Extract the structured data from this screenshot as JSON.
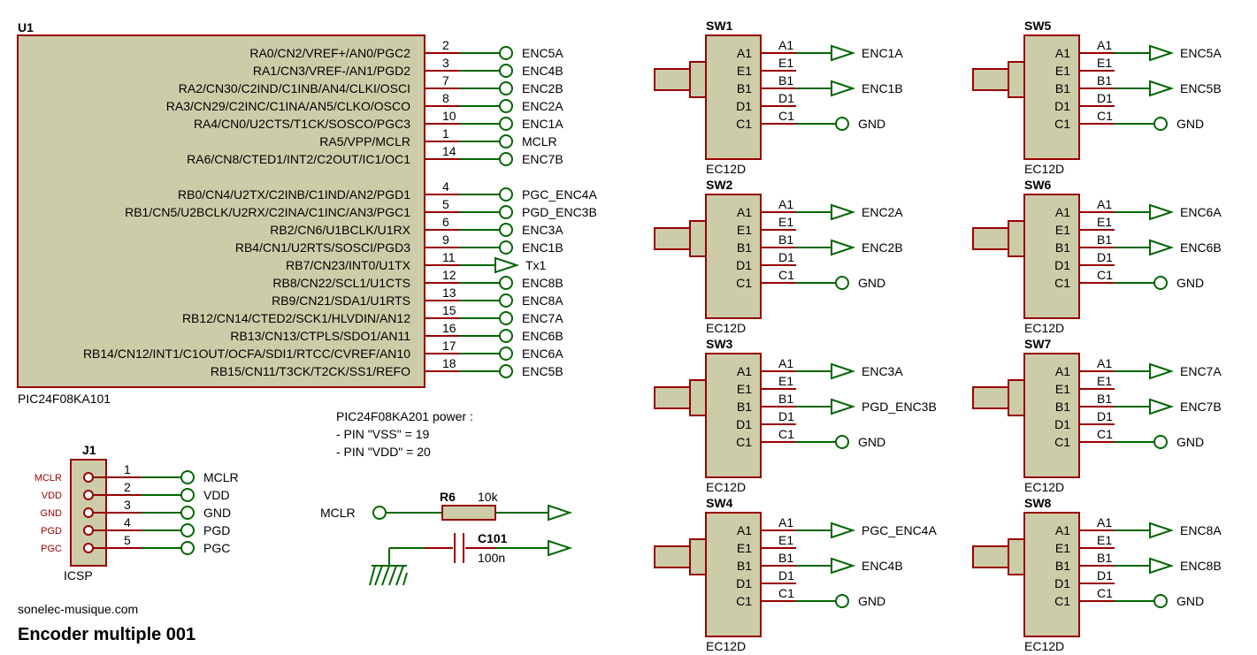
{
  "colors": {
    "wire": "#006600",
    "pin": "#990000",
    "body": "#cccca8",
    "outline": "#990000",
    "text": "#000000"
  },
  "u1": {
    "ref": "U1",
    "part": "PIC24F08KA101",
    "pins": [
      {
        "name": "RA0/CN2/VREF+/AN0/PGC2",
        "num": "2",
        "net": "ENC5A"
      },
      {
        "name": "RA1/CN3/VREF-/AN1/PGD2",
        "num": "3",
        "net": "ENC4B"
      },
      {
        "name": "RA2/CN30/C2IND/C1INB/AN4/CLKI/OSCI",
        "num": "7",
        "net": "ENC2B"
      },
      {
        "name": "RA3/CN29/C2INC/C1INA/AN5/CLKO/OSCO",
        "num": "8",
        "net": "ENC2A"
      },
      {
        "name": "RA4/CN0/U2CTS/T1CK/SOSCO/PGC3",
        "num": "10",
        "net": "ENC1A"
      },
      {
        "name": "RA5/VPP/MCLR",
        "num": "1",
        "net": "MCLR"
      },
      {
        "name": "RA6/CN8/CTED1/INT2/C2OUT/IC1/OC1",
        "num": "14",
        "net": "ENC7B"
      },
      {
        "name": "RB0/CN4/U2TX/C2INB/C1IND/AN2/PGD1",
        "num": "4",
        "net": "PGC_ENC4A"
      },
      {
        "name": "RB1/CN5/U2BCLK/U2RX/C2INA/C1INC/AN3/PGC1",
        "num": "5",
        "net": "PGD_ENC3B"
      },
      {
        "name": "RB2/CN6/U1BCLK/U1RX",
        "num": "6",
        "net": "ENC3A"
      },
      {
        "name": "RB4/CN1/U2RTS/SOSCI/PGD3",
        "num": "9",
        "net": "ENC1B"
      },
      {
        "name": "RB7/CN23/INT0/U1TX",
        "num": "11",
        "net": "Tx1",
        "type": "output"
      },
      {
        "name": "RB8/CN22/SCL1/U1CTS",
        "num": "12",
        "net": "ENC8B"
      },
      {
        "name": "RB9/CN21/SDA1/U1RTS",
        "num": "13",
        "net": "ENC8A"
      },
      {
        "name": "RB12/CN14/CTED2/SCK1/HLVDIN/AN12",
        "num": "15",
        "net": "ENC7A"
      },
      {
        "name": "RB13/CN13/CTPLS/SDO1/AN11",
        "num": "16",
        "net": "ENC6B"
      },
      {
        "name": "RB14/CN12/INT1/C1OUT/OCFA/SDI1/RTCC/CVREF/AN10",
        "num": "17",
        "net": "ENC6A"
      },
      {
        "name": "RB15/CN11/T3CK/T2CK/SS1/REFO",
        "num": "18",
        "net": "ENC5B"
      }
    ]
  },
  "switches": [
    {
      "ref": "SW1",
      "part": "EC12D",
      "a": "ENC1A",
      "b": "ENC1B",
      "c": "GND"
    },
    {
      "ref": "SW2",
      "part": "EC12D",
      "a": "ENC2A",
      "b": "ENC2B",
      "c": "GND"
    },
    {
      "ref": "SW3",
      "part": "EC12D",
      "a": "ENC3A",
      "b": "PGD_ENC3B",
      "c": "GND"
    },
    {
      "ref": "SW4",
      "part": "EC12D",
      "a": "PGC_ENC4A",
      "b": "ENC4B",
      "c": "GND"
    },
    {
      "ref": "SW5",
      "part": "EC12D",
      "a": "ENC5A",
      "b": "ENC5B",
      "c": "GND"
    },
    {
      "ref": "SW6",
      "part": "EC12D",
      "a": "ENC6A",
      "b": "ENC6B",
      "c": "GND"
    },
    {
      "ref": "SW7",
      "part": "EC12D",
      "a": "ENC7A",
      "b": "ENC7B",
      "c": "GND"
    },
    {
      "ref": "SW8",
      "part": "EC12D",
      "a": "ENC8A",
      "b": "ENC8B",
      "c": "GND"
    }
  ],
  "sw_pins": [
    {
      "name": "A1",
      "label": "A1"
    },
    {
      "name": "E1",
      "label": "E1"
    },
    {
      "name": "B1",
      "label": "B1"
    },
    {
      "name": "D1",
      "label": "D1"
    },
    {
      "name": "C1",
      "label": "C1"
    }
  ],
  "j1": {
    "ref": "J1",
    "part": "ICSP",
    "pins": [
      {
        "label": "MCLR",
        "num": "1",
        "net": "MCLR"
      },
      {
        "label": "VDD",
        "num": "2",
        "net": "VDD"
      },
      {
        "label": "GND",
        "num": "3",
        "net": "GND"
      },
      {
        "label": "PGD",
        "num": "4",
        "net": "PGD"
      },
      {
        "label": "PGC",
        "num": "5",
        "net": "PGC"
      }
    ]
  },
  "note": {
    "line1": "PIC24F08KA201 power :",
    "line2": "- PIN \"VSS\" = 19",
    "line3": "- PIN \"VDD\" = 20"
  },
  "r6": {
    "ref": "R6",
    "value": "10k",
    "net": "MCLR"
  },
  "c101": {
    "ref": "C101",
    "value": "100n"
  },
  "footer": {
    "site": "sonelec-musique.com",
    "title": "Encoder multiple 001"
  }
}
